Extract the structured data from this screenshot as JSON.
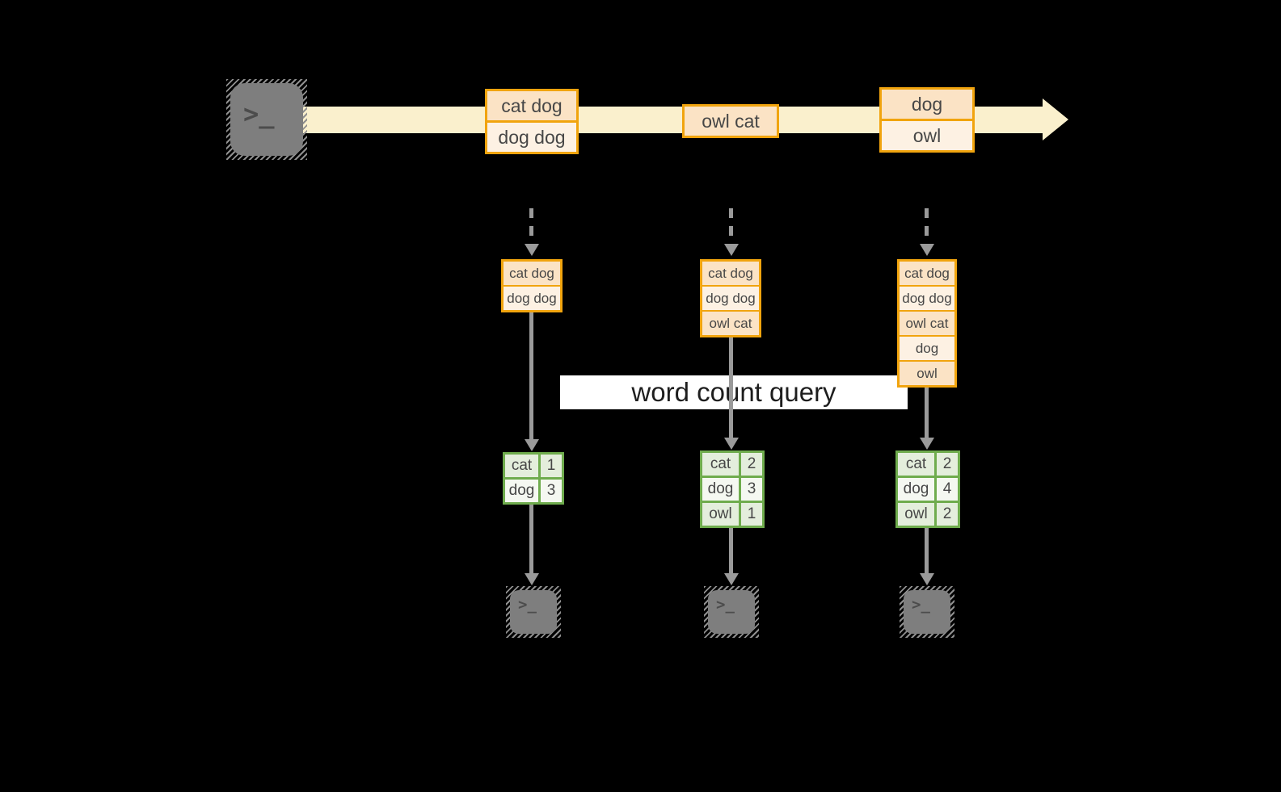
{
  "banner": {
    "label": "word count query"
  },
  "stream": {
    "source_icon": "terminal-icon",
    "prompt_glyph": ">_",
    "batches": [
      {
        "records": [
          "cat dog",
          "dog dog"
        ]
      },
      {
        "records": [
          "owl cat"
        ]
      },
      {
        "records": [
          "dog",
          "owl"
        ]
      }
    ]
  },
  "pipelines": [
    {
      "buffer": [
        "cat dog",
        "dog dog"
      ],
      "counts": [
        [
          "cat",
          "1"
        ],
        [
          "dog",
          "3"
        ]
      ]
    },
    {
      "buffer": [
        "cat dog",
        "dog dog",
        "owl cat"
      ],
      "counts": [
        [
          "cat",
          "2"
        ],
        [
          "dog",
          "3"
        ],
        [
          "owl",
          "1"
        ]
      ]
    },
    {
      "buffer": [
        "cat dog",
        "dog dog",
        "owl cat",
        "dog",
        "owl"
      ],
      "counts": [
        [
          "cat",
          "2"
        ],
        [
          "dog",
          "4"
        ],
        [
          "owl",
          "2"
        ]
      ]
    }
  ],
  "colors": {
    "background": "#000000",
    "stream_band": "#FAF0CD",
    "amber_border": "#F1A40E",
    "peach_fill": "#FBE3C5",
    "cream_fill": "#FDF1E3",
    "green_border": "#6FAC4D",
    "green_fill_a": "#E4EEDC",
    "green_fill_b": "#F5F8F1",
    "arrow_gray": "#9A9A9A",
    "terminal_gray": "#7E7E7E",
    "banner_bg": "#FFFFFF",
    "text_dark": "#474747",
    "banner_text": "#1E1E1E"
  }
}
